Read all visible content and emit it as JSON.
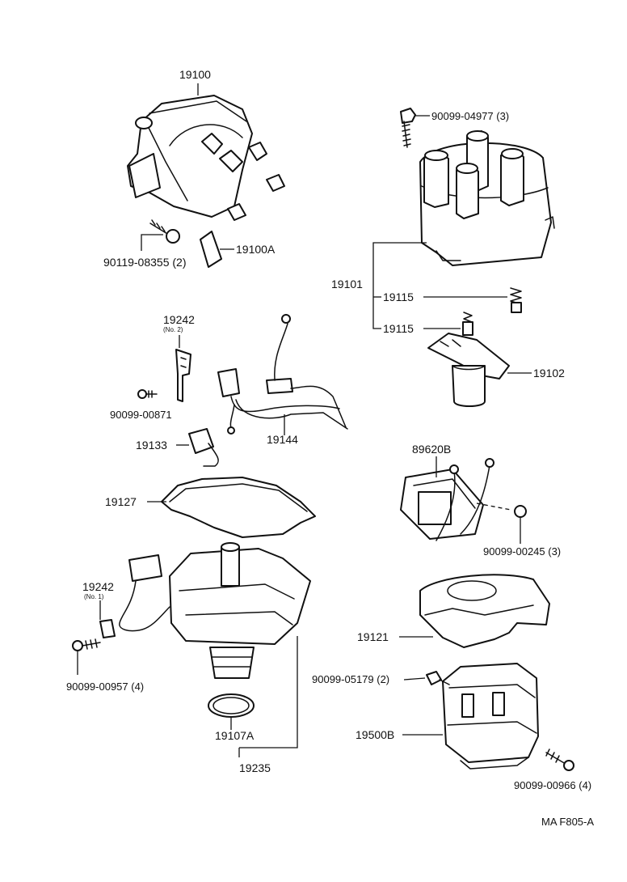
{
  "parts": {
    "p19100": "19100",
    "p90099_04977": "90099-04977 (3)",
    "p90119_08355": "90119-08355 (2)",
    "p19100A": "19100A",
    "p19101": "19101",
    "p19115a": "19115",
    "p19115b": "19115",
    "p19102": "19102",
    "p19242_no2": "19242",
    "p19242_no2_note": "(No. 2)",
    "p90099_00871": "90099-00871",
    "p19133": "19133",
    "p19144": "19144",
    "p89620B": "89620B",
    "p19127": "19127",
    "p90099_00245": "90099-00245 (3)",
    "p19242_no1": "19242",
    "p19242_no1_note": "(No. 1)",
    "p90099_00957": "90099-00957 (4)",
    "p19121": "19121",
    "p90099_05179": "90099-05179 (2)",
    "p19500B": "19500B",
    "p19107A": "19107A",
    "p90099_00966": "90099-00966 (4)",
    "p19235": "19235"
  },
  "footer": {
    "ref": "MA  F805-A"
  }
}
